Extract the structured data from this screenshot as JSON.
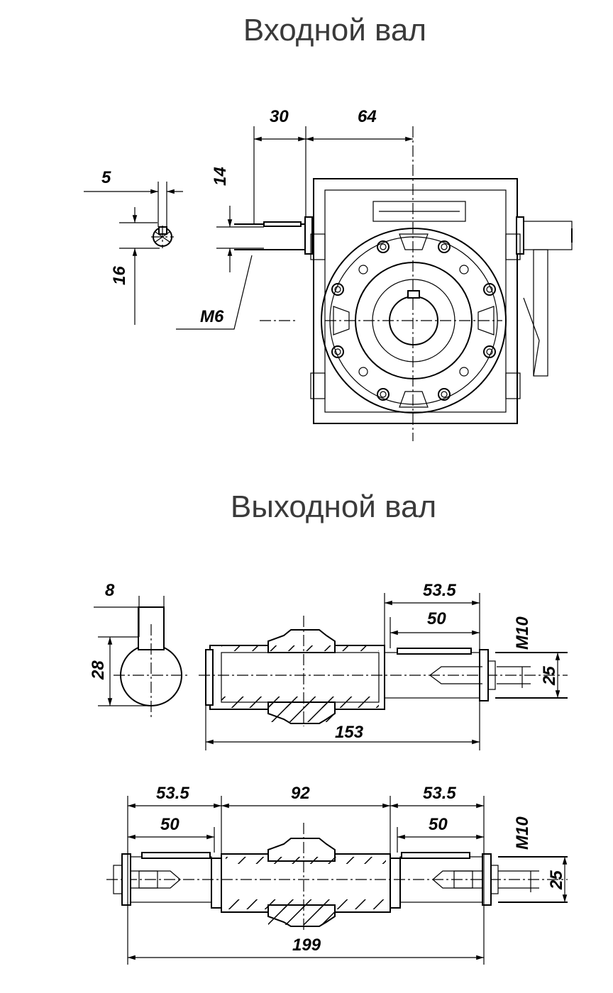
{
  "headings": {
    "input_shaft": "Входной вал",
    "output_shaft": "Выходной вал"
  },
  "input_view": {
    "dims": {
      "key_width": "5",
      "shaft_height": "16",
      "key_depth": "14",
      "thread": "M6",
      "shaft_length": "30",
      "axis_offset": "64"
    }
  },
  "output_single": {
    "dims": {
      "key_width": "8",
      "shaft_height": "28",
      "shaft_ext_outer": "53.5",
      "shaft_ext_inner": "50",
      "thread": "M10",
      "diameter": "25",
      "overall": "153"
    }
  },
  "output_double": {
    "dims": {
      "left_outer": "53.5",
      "left_inner": "50",
      "center": "92",
      "right_outer": "53.5",
      "right_inner": "50",
      "thread": "M10",
      "diameter": "25",
      "overall": "199"
    }
  },
  "colors": {
    "line": "#000000",
    "heading": "#3a3a3a",
    "background": "#ffffff"
  }
}
